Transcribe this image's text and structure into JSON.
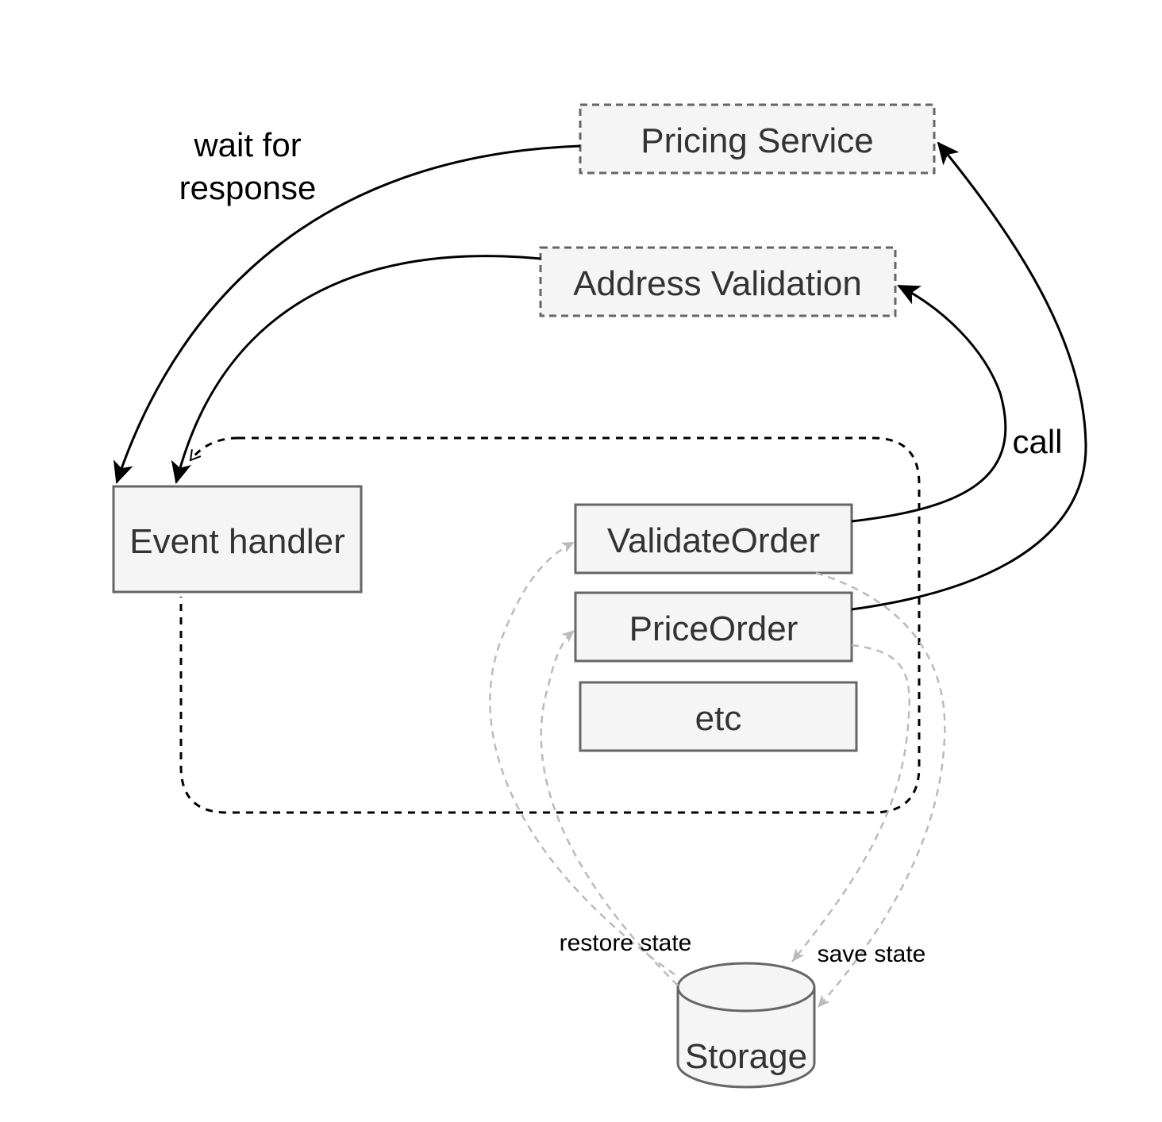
{
  "nodes": {
    "pricing_service": "Pricing Service",
    "address_validation": "Address Validation",
    "event_handler": "Event handler",
    "validate_order": "ValidateOrder",
    "price_order": "PriceOrder",
    "etc": "etc",
    "storage": "Storage"
  },
  "labels": {
    "wait_for_line1": "wait for",
    "wait_for_line2": "response",
    "call": "call",
    "restore_state": "restore state",
    "save_state": "save state"
  },
  "colors": {
    "node_fill": "#f5f5f5",
    "node_stroke": "#666666",
    "node_text": "#333333",
    "arrow": "#000000",
    "state_arrow": "#bbbbbb"
  }
}
